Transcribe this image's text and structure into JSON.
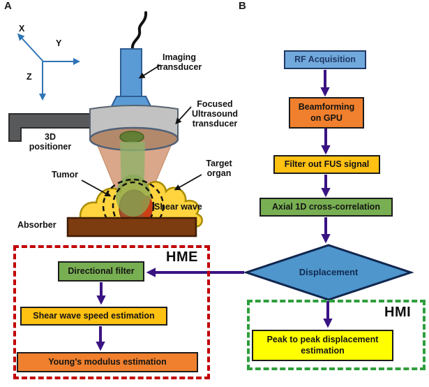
{
  "panelA": {
    "label": "A",
    "axes": {
      "x": "X",
      "y": "Y",
      "z": "Z"
    },
    "annotations": {
      "imaging_transducer": "Imaging transducer",
      "focused_transducer": "Focused Ultrasound transducer",
      "positioner": "3D positioner",
      "tumor": "Tumor",
      "target_organ": "Target organ",
      "shear_wave": "Shear wave",
      "absorber": "Absorber"
    }
  },
  "panelB": {
    "label": "B",
    "nodes": {
      "rf": "RF Acquisition",
      "beamforming": "Beamforming on GPU",
      "filter": "Filter out FUS signal",
      "axial": "Axial 1D cross-correlation",
      "displacement": "Displacement",
      "peak": "Peak to peak displacement estimation"
    }
  },
  "hme": {
    "label": "HME",
    "nodes": {
      "directional": "Directional filter",
      "speed": "Shear wave speed estimation",
      "youngs": "Young’s modulus estimation"
    }
  },
  "hmi": {
    "label": "HMI"
  },
  "colors": {
    "arrow_purple": "#3A1383",
    "hme_dash_red": "#C00000",
    "hmi_dash_green": "#2E9E3C",
    "box_blue": "#72A9DD",
    "diamond_blue": "#4E96CC",
    "box_orange": "#F0802D",
    "box_gold": "#FFC112",
    "box_green": "#78AF52",
    "box_yellow": "#FFFF00",
    "organ_yellow": "#FFD43E",
    "absorber_brown": "#7D3B10",
    "axis_blue": "#2E74B5"
  }
}
